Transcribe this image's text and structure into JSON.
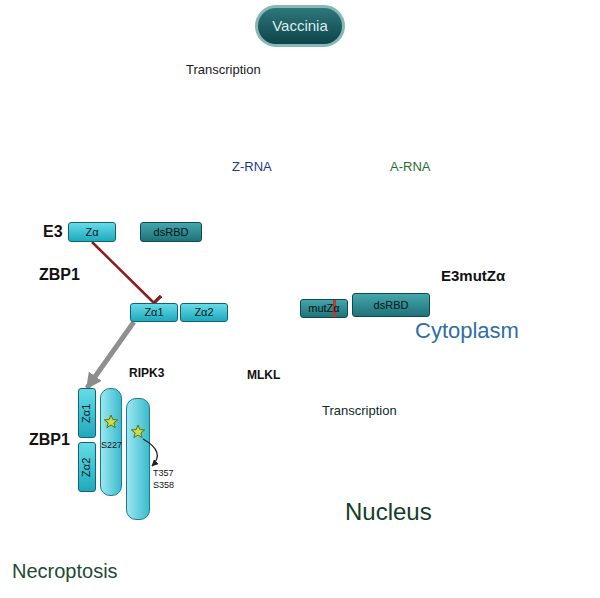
{
  "diagram": {
    "nodes": [
      {
        "text": [
          "Vaccinia"
        ]
      },
      {
        "text": [
          "Cytoplasm"
        ]
      },
      {
        "text": [
          "Transcription",
          "Nucleus"
        ],
        "in": 1
      },
      {
        "text": [
          "E3",
          "Zα"
        ],
        "in": 1
      },
      {
        "text": [
          "dsRBD"
        ],
        "in": 1
      },
      {
        "text": [
          "ZBP1",
          "Zα1"
        ],
        "in": 1
      },
      {
        "text": [
          "Zα2"
        ],
        "in": 1
      },
      {
        "text": [
          "E3mutZα",
          "mutZα"
        ],
        "in": 1
      },
      {
        "text": [
          "dsRBD"
        ],
        "in": 1
      },
      {
        "text": [
          "ZBP1",
          "Zα1"
        ],
        "in": 1
      },
      {
        "text": [
          "Zα2"
        ],
        "in": 1
      },
      {
        "text": [
          "RIPK3"
        ],
        "in": 1
      },
      {
        "text": [
          "MLKL"
        ],
        "in": 1
      }
    ],
    "edges": [
      {
        "from": 3,
        "to": 5,
        "arrow": "to"
      },
      {
        "from": 5,
        "to": 9,
        "arrow": "to"
      }
    ],
    "labels": [
      "Transcription",
      "Z-RNA",
      "A-RNA",
      "S227",
      "T357",
      "S358",
      "Necroptosis"
    ]
  }
}
